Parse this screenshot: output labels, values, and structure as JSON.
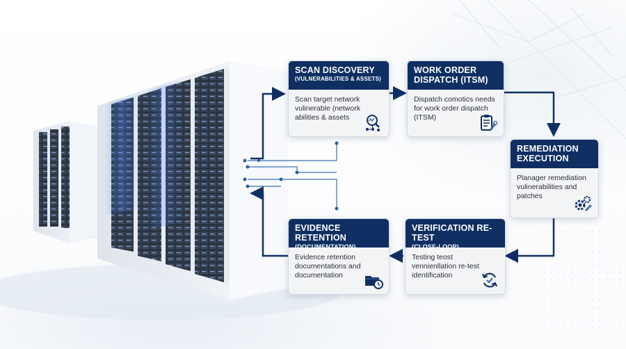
{
  "steps": {
    "scan": {
      "title": "SCAN DISCOVERY",
      "subtitle": "(VULNERABILITIES & ASSETS)",
      "body": "Scan target network vulinerable (network abilities & assets",
      "icon": "network-scan-icon"
    },
    "work_order": {
      "title": "WORK ORDER DISPATCH (ITSM)",
      "subtitle": "",
      "body": "Dispatch comotics needs for work order dispatch (ITSM)",
      "icon": "clipboard-wrench-icon"
    },
    "remediation": {
      "title": "REMEDIATION EXECUTION",
      "subtitle": "",
      "body": "Planager remediation vulinerabilities and patches",
      "icon": "gears-icon"
    },
    "verification": {
      "title": "VERIFICATION RE-TEST",
      "subtitle": "(CLOSE-LOOP)",
      "body": "Testing teost vennienllation re-test identification",
      "icon": "refresh-check-icon"
    },
    "evidence": {
      "title": "EVIDENCE RETENTION",
      "subtitle": "(DOCUMENTATION)",
      "body": "Evidence retention documentations and documentation",
      "icon": "folder-clock-icon"
    }
  },
  "colors": {
    "header": "#0f2f63",
    "arrow": "#0f2f63",
    "connector": "#3c6fa8",
    "card_bg": "#f3f4f6",
    "server_glow": "#4d8dff"
  }
}
